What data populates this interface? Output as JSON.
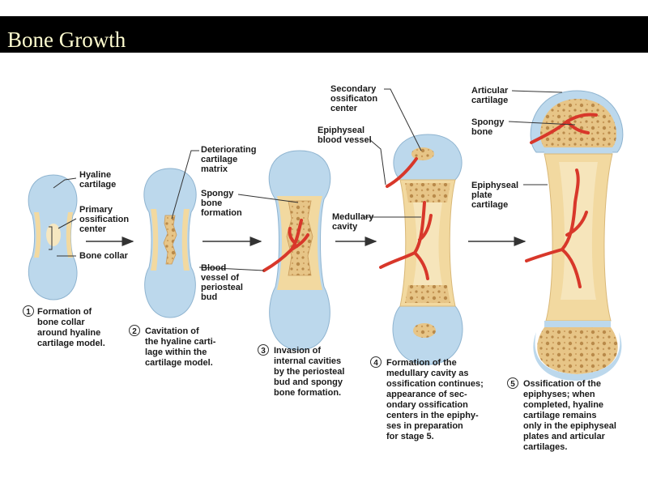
{
  "title": "Bone Growth",
  "colors": {
    "title_bar": "#000000",
    "title_text": "#fffdd0",
    "hyaline_cartilage": "#bcd8ec",
    "bone": "#f2d9a0",
    "spongy_bone": "#e7c587",
    "blood_vessel": "#d8372a",
    "arrow": "#333333"
  },
  "labels": {
    "hyaline_cartilage": [
      "Hyaline",
      "cartilage"
    ],
    "primary_ossification_center": [
      "Primary",
      "ossification",
      "center"
    ],
    "bone_collar": [
      "Bone collar"
    ],
    "deteriorating_cartilage_matrix": [
      "Deteriorating",
      "cartilage",
      "matrix"
    ],
    "spongy_bone_formation": [
      "Spongy",
      "bone",
      "formation"
    ],
    "blood_vessel_periosteal_bud": [
      "Blood",
      "vessel of",
      "periosteal",
      "bud"
    ],
    "secondary_ossification_center": [
      "Secondary",
      "ossificaton",
      "center"
    ],
    "epiphyseal_blood_vessel": [
      "Epiphyseal",
      "blood vessel"
    ],
    "medullary_cavity": [
      "Medullary",
      "cavity"
    ],
    "articular_cartilage": [
      "Articular",
      "cartilage"
    ],
    "spongy_bone": [
      "Spongy",
      "bone"
    ],
    "epiphyseal_plate_cartilage": [
      "Epiphyseal",
      "plate",
      "cartilage"
    ]
  },
  "stages": [
    {
      "number": "1",
      "caption": [
        "Formation of",
        "bone collar",
        "around hyaline",
        "cartilage model."
      ]
    },
    {
      "number": "2",
      "caption": [
        "Cavitation of",
        "the hyaline carti-",
        "lage within the",
        "cartilage model."
      ]
    },
    {
      "number": "3",
      "caption": [
        "Invasion of",
        "internal cavities",
        "by the periosteal",
        "bud and spongy",
        "bone formation."
      ]
    },
    {
      "number": "4",
      "caption": [
        "Formation of the",
        "medullary cavity as",
        "ossification continues;",
        "appearance of sec-",
        "ondary ossification",
        "centers in the epiphy-",
        "ses in preparation",
        "for stage 5."
      ]
    },
    {
      "number": "5",
      "caption": [
        "Ossification of the",
        "epiphyses; when",
        "completed, hyaline",
        "cartilage remains",
        "only in the epiphyseal",
        "plates and articular",
        "cartilages."
      ]
    }
  ]
}
